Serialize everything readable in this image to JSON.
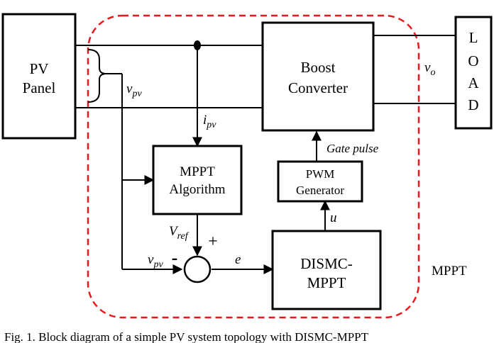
{
  "blocks": {
    "pv_panel": [
      "PV",
      "Panel"
    ],
    "boost_converter": [
      "Boost",
      "Converter"
    ],
    "load": [
      "L",
      "O",
      "A",
      "D"
    ],
    "mppt_algorithm": [
      "MPPT",
      "Algorithm"
    ],
    "pwm_generator": [
      "PWM",
      "Generator"
    ],
    "dismc": [
      "DISMC-",
      "MPPT"
    ]
  },
  "signals": {
    "v_pv_main": "v",
    "v_pv_main_sub": "pv",
    "v_pv_err": "v",
    "v_pv_err_sub": "pv",
    "i_pv": "i",
    "i_pv_sub": "pv",
    "v_o": "v",
    "v_o_sub": "o",
    "v_ref": "V",
    "v_ref_sub": "ref",
    "error": "e",
    "control": "u",
    "gate_pulse": "Gate pulse"
  },
  "summing": {
    "plus": "+",
    "minus": "-"
  },
  "region_label": "MPPT",
  "caption": "Fig. 1.   Block diagram of a simple PV system topology with DISMC-MPPT",
  "colors": {
    "mppt_boundary": "#e8191c",
    "line": "#000000"
  }
}
